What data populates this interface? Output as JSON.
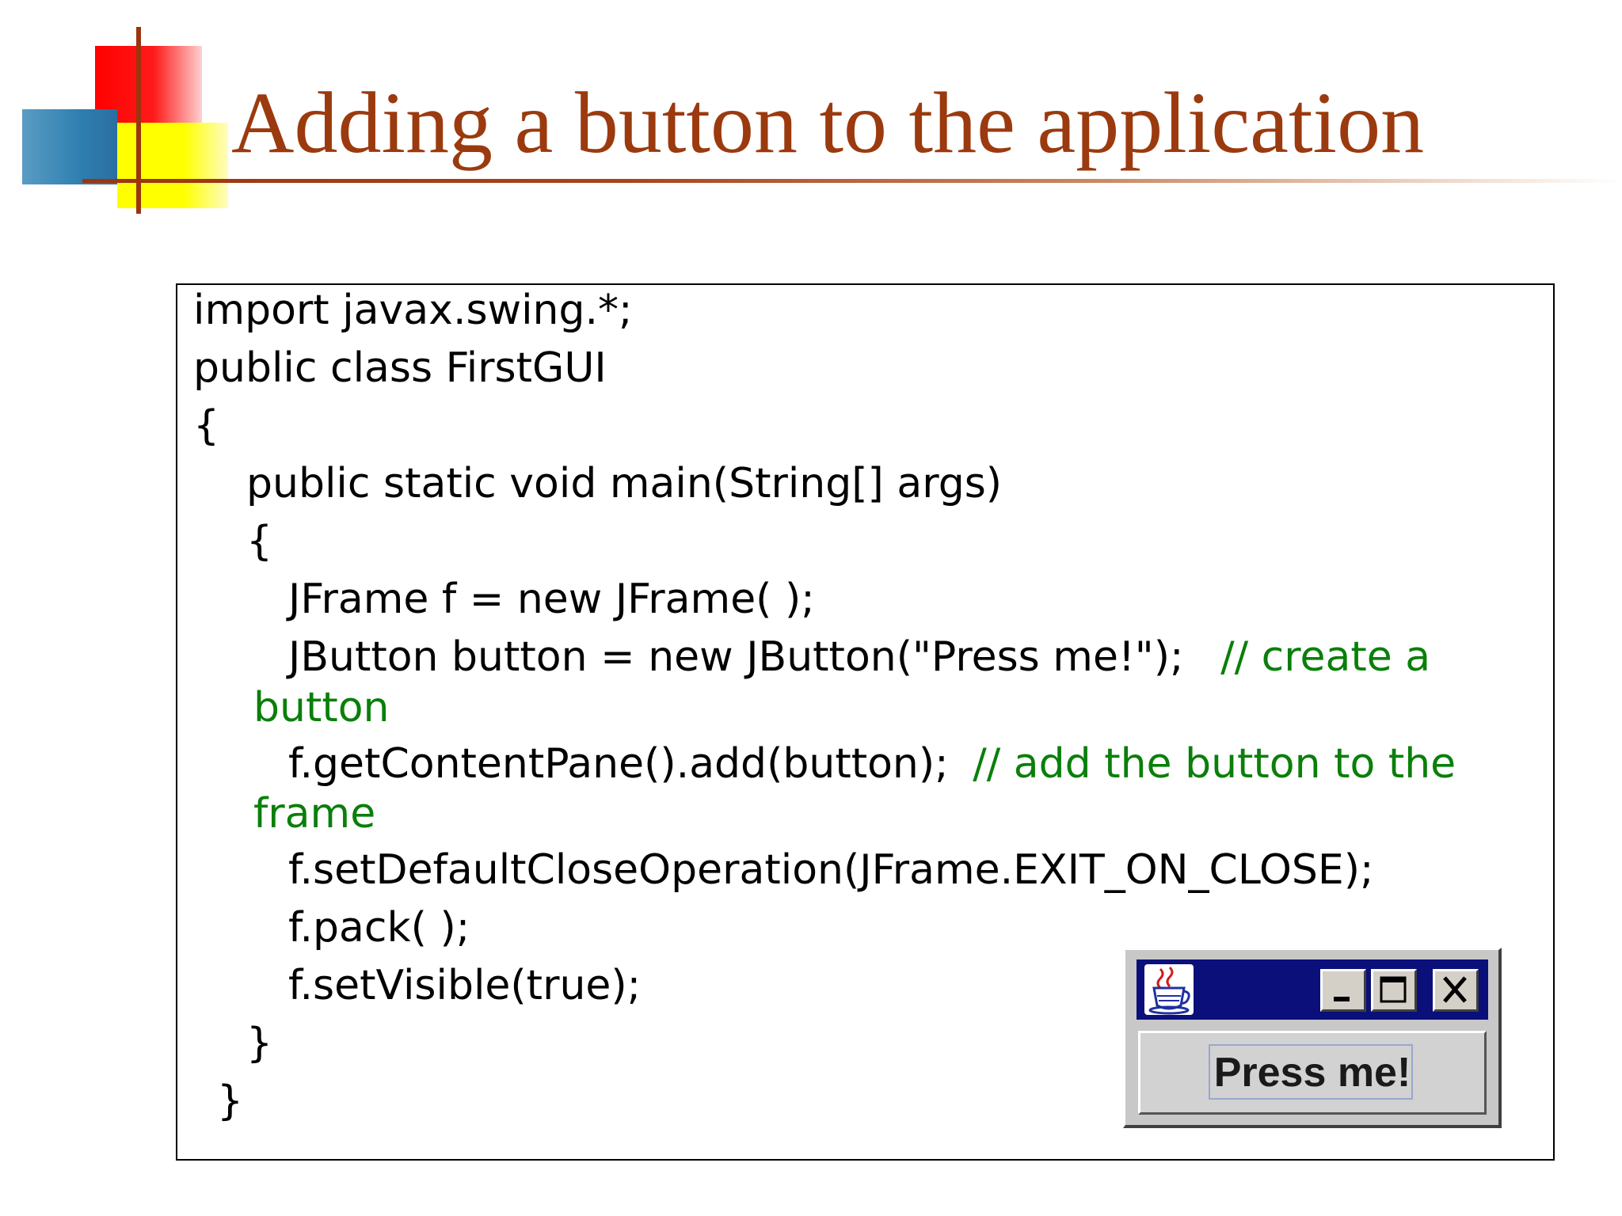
{
  "slide": {
    "title": "Adding a button to the application",
    "title_color": "#9b3a0e",
    "accent_colors": {
      "red": "#ff0000",
      "blue": "#2f7fb0",
      "yellow": "#ffff00",
      "rule": "#9b3510",
      "comment": "#0a7f0a"
    }
  },
  "code": {
    "line1": "import javax.swing.*;",
    "line2": "public class FirstGUI",
    "line3": "{",
    "line4": "public static void main(String[] args)",
    "line5": "{",
    "line6": "JFrame f = new JFrame( );",
    "line7_code": "JButton button = new JButton(\"Press me!\");",
    "line7_comment": "// create a",
    "line8_comment": "button",
    "line9_code": "f.getContentPane().add(button);",
    "line9_comment": "// add the button to the",
    "line10_comment": "frame",
    "line11": "f.setDefaultCloseOperation(JFrame.EXIT_ON_CLOSE);",
    "line12": "f.pack( );",
    "line13": "f.setVisible(true);",
    "line14": "}",
    "line15": "}"
  },
  "window": {
    "title_bar_color": "#0a0f7a",
    "icons": [
      "java-cup-icon",
      "minimize-icon",
      "maximize-icon",
      "close-icon"
    ],
    "button_label": "Press me!"
  }
}
